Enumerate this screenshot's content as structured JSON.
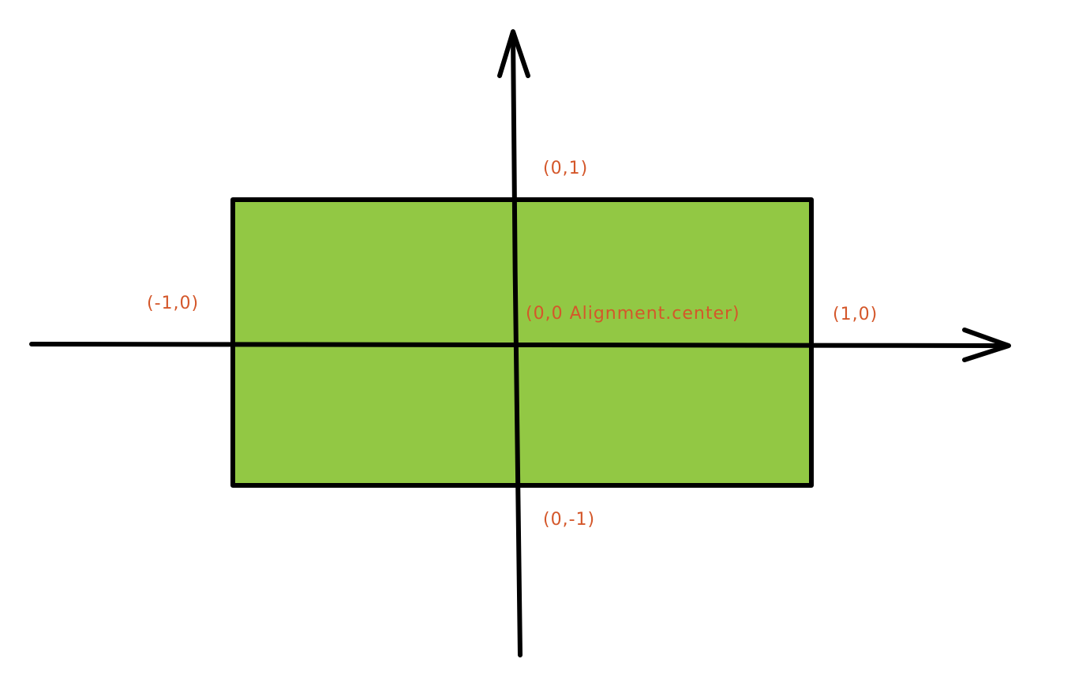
{
  "colors": {
    "background": "#ffffff",
    "rect_fill": "#92c844",
    "stroke": "#000000",
    "label": "#d4572a"
  },
  "labels": {
    "top": "(0,1)",
    "left": "(-1,0)",
    "center": "(0,0 Alignment.center)",
    "right": "(1,0)",
    "bottom": "(0,-1)"
  }
}
